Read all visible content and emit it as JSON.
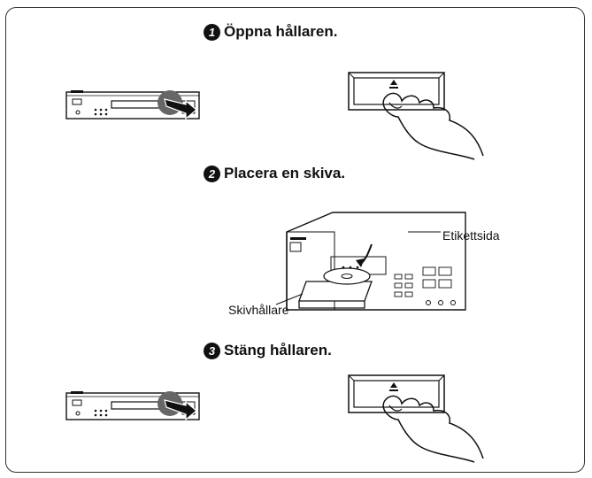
{
  "steps": [
    {
      "number": "1",
      "title": "Öppna hållaren."
    },
    {
      "number": "2",
      "title": "Placera en skiva."
    },
    {
      "number": "3",
      "title": "Stäng hållaren."
    }
  ],
  "labels": {
    "label_side": "Etikettsida",
    "tray": "Skivhållare"
  },
  "icons": {
    "eject": "eject-symbol",
    "hand": "pointing-hand",
    "arrow": "push-arrow"
  }
}
